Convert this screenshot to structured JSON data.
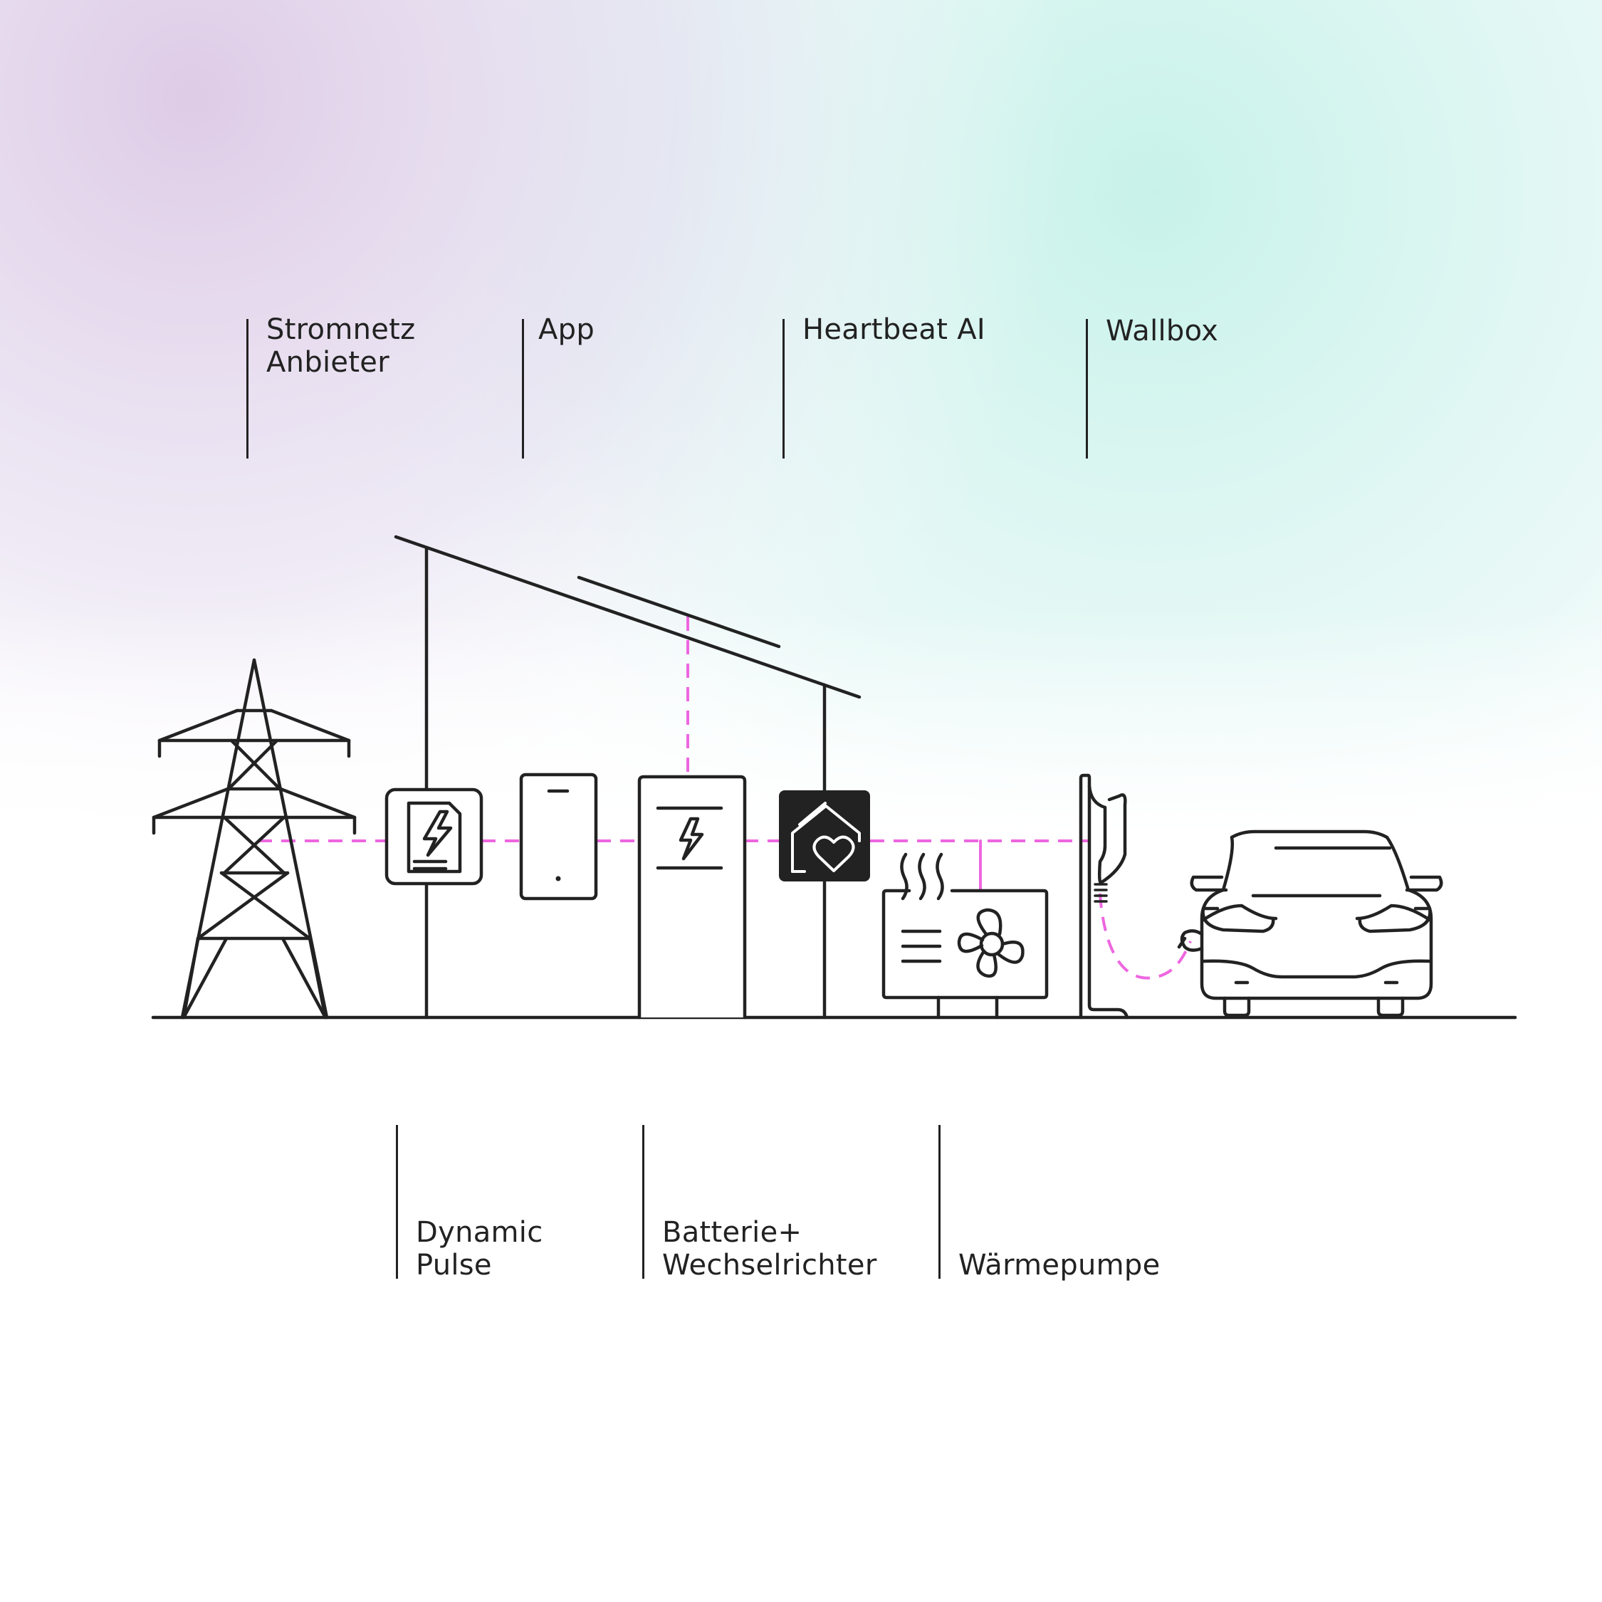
{
  "colors": {
    "line": "#222222",
    "connection": "#ee66e0",
    "gradient_top_left": "#e0cbe6",
    "gradient_top_right": "#c9f3ec",
    "background": "#ffffff"
  },
  "labels_top": {
    "stromnetz": {
      "line1": "Stromnetz",
      "line2": "Anbieter"
    },
    "app": {
      "line1": "App"
    },
    "heartbeat": {
      "line1": "Heartbeat AI"
    },
    "wallbox": {
      "line1": "Wallbox"
    }
  },
  "labels_bottom": {
    "dynamic": {
      "line1": "Dynamic",
      "line2": "Pulse"
    },
    "batterie": {
      "line1": "Batterie+",
      "line2": "Wechselrichter"
    },
    "waermepumpe": {
      "line1": "Wärmepumpe"
    }
  },
  "icons": [
    "power-pylon-icon",
    "energy-document-icon",
    "smartphone-icon",
    "battery-inverter-icon",
    "smart-home-heart-icon",
    "heat-pump-icon",
    "wallbox-charger-icon",
    "electric-car-icon",
    "solar-panel-icon"
  ]
}
